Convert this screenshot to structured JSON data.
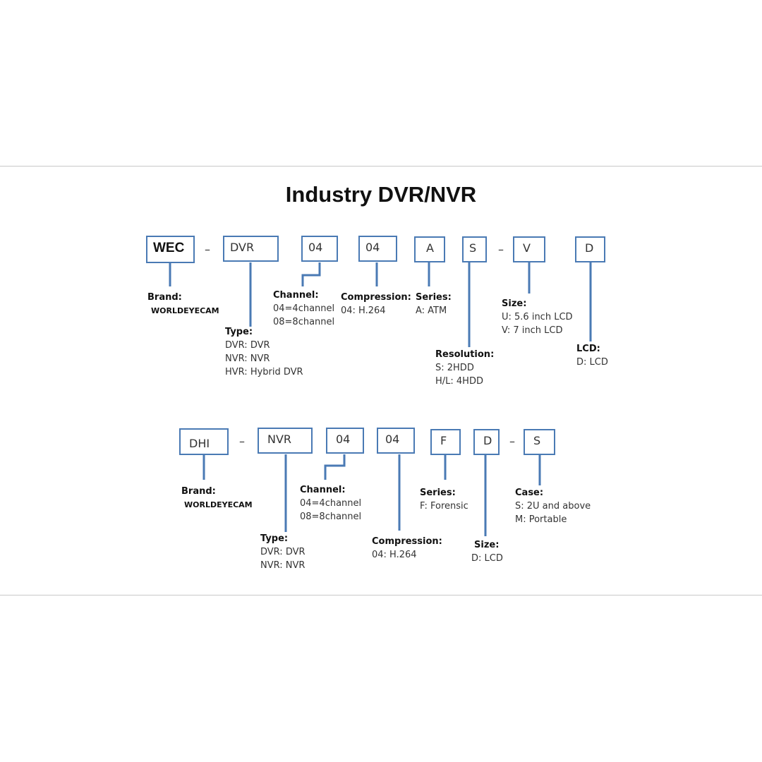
{
  "title": "Industry DVR/NVR",
  "dash": "–",
  "row1": {
    "boxes": [
      "WEC",
      "DVR",
      "04",
      "04",
      "A",
      "S",
      "V",
      "D"
    ],
    "brand": {
      "heading": "Brand:",
      "lines": [
        "WORLDEYECAM"
      ]
    },
    "type": {
      "heading": "Type:",
      "lines": [
        "DVR: DVR",
        "NVR: NVR",
        "HVR: Hybrid DVR"
      ]
    },
    "channel": {
      "heading": "Channel:",
      "lines": [
        "04=4channel",
        "08=8channel"
      ]
    },
    "compression": {
      "heading": "Compression:",
      "lines": [
        "04: H.264"
      ]
    },
    "series": {
      "heading": "Series:",
      "lines": [
        "A: ATM"
      ]
    },
    "resolution": {
      "heading": "Resolution:",
      "lines": [
        "S: 2HDD",
        "H/L: 4HDD"
      ]
    },
    "size": {
      "heading": "Size:",
      "lines": [
        "U: 5.6 inch LCD",
        "V: 7 inch LCD"
      ]
    },
    "lcd": {
      "heading": "LCD:",
      "lines": [
        "D: LCD"
      ]
    }
  },
  "row2": {
    "boxes": [
      "DHI",
      "NVR",
      "04",
      "04",
      "F",
      "D",
      "S"
    ],
    "brand": {
      "heading": "Brand:",
      "lines": [
        "WORLDEYECAM"
      ]
    },
    "type": {
      "heading": "Type:",
      "lines": [
        "DVR: DVR",
        "NVR: NVR"
      ]
    },
    "channel": {
      "heading": "Channel:",
      "lines": [
        "04=4channel",
        "08=8channel"
      ]
    },
    "compression": {
      "heading": "Compression:",
      "lines": [
        "04: H.264"
      ]
    },
    "series": {
      "heading": "Series:",
      "lines": [
        "F: Forensic"
      ]
    },
    "size": {
      "heading": "Size:",
      "lines": [
        "D: LCD"
      ]
    },
    "case": {
      "heading": "Case:",
      "lines": [
        "S: 2U and above",
        "M: Portable"
      ]
    }
  },
  "colors": {
    "box_border": "#4a7ab4",
    "connector": "#4a7ab4",
    "rule": "#c8c8c8"
  }
}
